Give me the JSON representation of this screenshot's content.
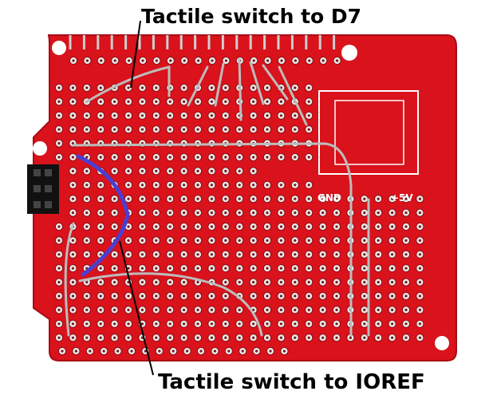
{
  "annotations": {
    "top": "Tactile switch to D7",
    "bottom": "Tactile switch to IOREF"
  },
  "board": {
    "silkscreen_left": "GND",
    "silkscreen_right": "+5V"
  },
  "colors": {
    "board": "#d9121b",
    "board_shadow": "#a80c14",
    "pad": "#e8e8e8",
    "wire_solder": "#bcbcbc",
    "wire_blue": "#4a3fd0",
    "text": "#000000"
  }
}
